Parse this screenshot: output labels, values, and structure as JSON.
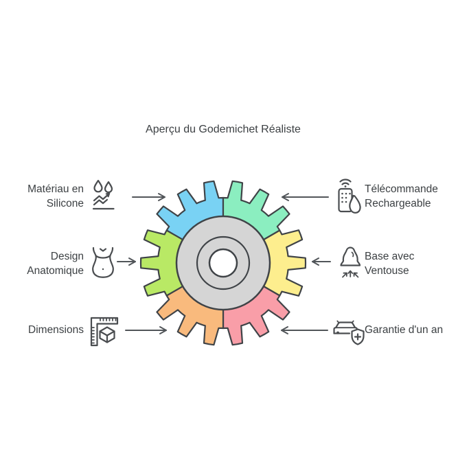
{
  "title": "Aperçu du Godemichet Réaliste",
  "features": {
    "left": [
      {
        "lines": [
          "Matériau en",
          "Silicone"
        ],
        "icon": "waterproof-icon"
      },
      {
        "lines": [
          "Design",
          "Anatomique"
        ],
        "icon": "torso-icon"
      },
      {
        "lines": [
          "Dimensions"
        ],
        "icon": "ruler-cube-icon"
      }
    ],
    "right": [
      {
        "lines": [
          "Télécommande",
          "Rechargeable"
        ],
        "icon": "remote-control-icon"
      },
      {
        "lines": [
          "Base avec",
          "Ventouse"
        ],
        "icon": "suction-cup-icon"
      },
      {
        "lines": [
          "Garantie d'un an"
        ],
        "icon": "car-shield-icon"
      }
    ]
  },
  "gear": {
    "outline_color": "#3f4347",
    "hub_fill": "#d5d5d5",
    "hole_fill": "#ffffff",
    "segments": [
      {
        "position": "top-left",
        "color": "#79d2f4"
      },
      {
        "position": "top-right",
        "color": "#8beec0"
      },
      {
        "position": "right",
        "color": "#fdee8e"
      },
      {
        "position": "bottom-right",
        "color": "#f99ea8"
      },
      {
        "position": "bottom-left",
        "color": "#f9ba7d"
      },
      {
        "position": "left",
        "color": "#b9e965"
      }
    ]
  },
  "arrow_color": "#515559"
}
